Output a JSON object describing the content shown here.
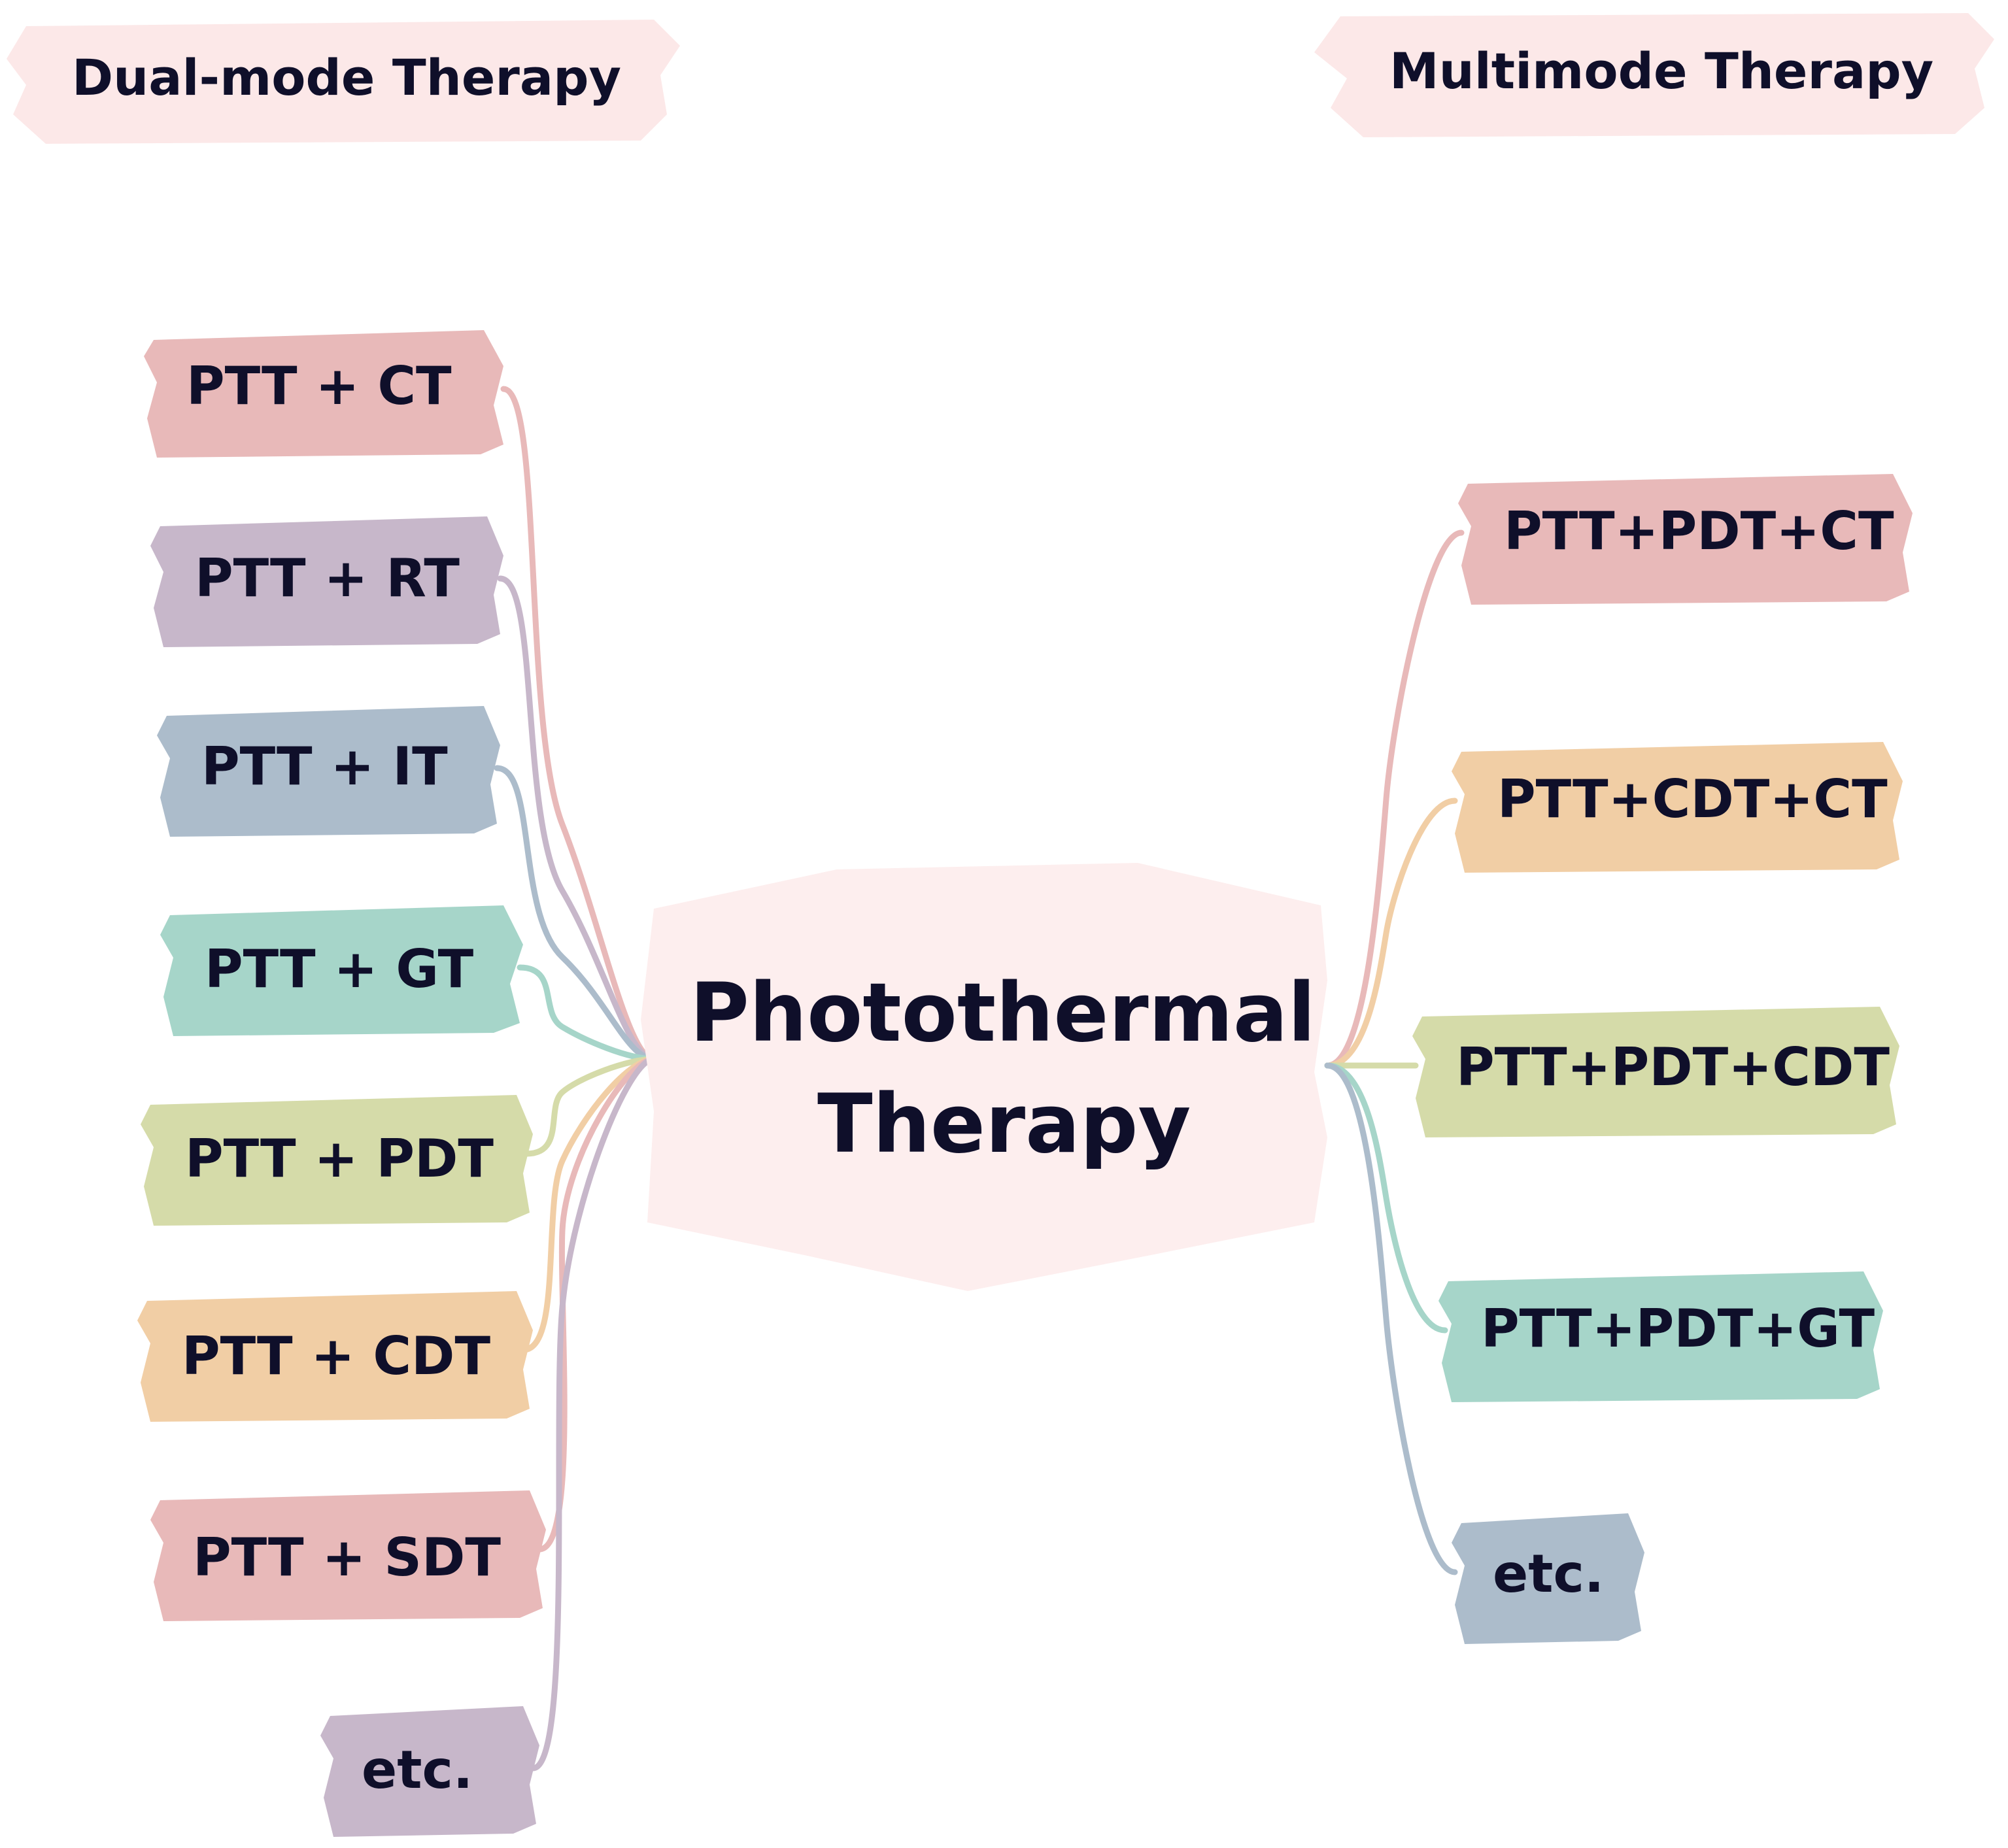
{
  "headers": {
    "left": "Dual-mode Therapy",
    "right": "Multimode Therapy"
  },
  "center": {
    "line1": "Photothermal",
    "line2": "Therapy"
  },
  "colors": {
    "header_bg": "#fce8e8",
    "center_bg": "#fdeeee",
    "pink": "#e8b9b9",
    "purple": "#c7b7ca",
    "blue": "#acbccb",
    "teal": "#a6d5c9",
    "olive": "#d5dba9",
    "orange": "#f1cea5"
  },
  "left_nodes": [
    {
      "label": "PTT + CT",
      "color": "pink"
    },
    {
      "label": "PTT + RT",
      "color": "purple"
    },
    {
      "label": "PTT + IT",
      "color": "blue"
    },
    {
      "label": "PTT + GT",
      "color": "teal"
    },
    {
      "label": "PTT + PDT",
      "color": "olive"
    },
    {
      "label": "PTT + CDT",
      "color": "orange"
    },
    {
      "label": "PTT + SDT",
      "color": "pink"
    },
    {
      "label": "etc.",
      "color": "purple"
    }
  ],
  "right_nodes": [
    {
      "label": "PTT+PDT+CT",
      "color": "pink"
    },
    {
      "label": "PTT+CDT+CT",
      "color": "orange"
    },
    {
      "label": "PTT+PDT+CDT",
      "color": "olive"
    },
    {
      "label": "PTT+PDT+GT",
      "color": "teal"
    },
    {
      "label": "etc.",
      "color": "blue"
    }
  ]
}
